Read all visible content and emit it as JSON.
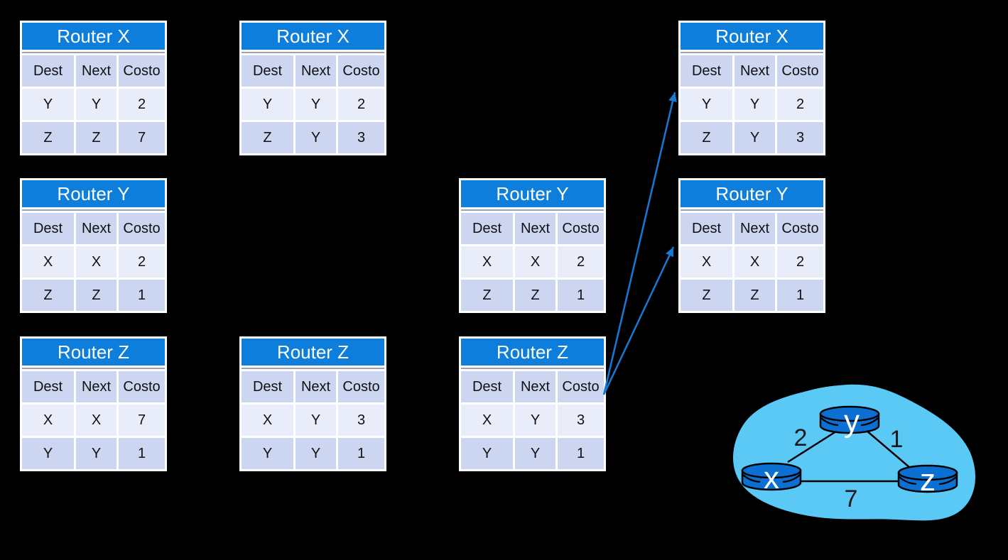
{
  "colors": {
    "background": "#000000",
    "table_border": "#ffffff",
    "table_title_bg": "#0d7edc",
    "table_title_text": "#ffffff",
    "header_cell_bg": "#ccd6f0",
    "row_odd_bg": "#e9edf9",
    "row_even_bg": "#ccd6f0",
    "cell_text": "#111111",
    "arrow": "#1779d4",
    "network_blob": "#5bc9f6",
    "router_fill": "#0b70d2",
    "router_outline": "#000000",
    "router_label_text": "#ffffff",
    "edge_line": "#000000",
    "edge_label_text": "#1a1a1a"
  },
  "tables": [
    {
      "title": "Router X",
      "headers": [
        "Dest",
        "Next",
        "Costo"
      ],
      "rows": [
        [
          "Y",
          "Y",
          "2"
        ],
        [
          "Z",
          "Z",
          "7"
        ]
      ]
    },
    {
      "title": "Router Y",
      "headers": [
        "Dest",
        "Next",
        "Costo"
      ],
      "rows": [
        [
          "X",
          "X",
          "2"
        ],
        [
          "Z",
          "Z",
          "1"
        ]
      ]
    },
    {
      "title": "Router Z",
      "headers": [
        "Dest",
        "Next",
        "Costo"
      ],
      "rows": [
        [
          "X",
          "X",
          "7"
        ],
        [
          "Y",
          "Y",
          "1"
        ]
      ]
    },
    {
      "title": "Router X",
      "headers": [
        "Dest",
        "Next",
        "Costo"
      ],
      "rows": [
        [
          "Y",
          "Y",
          "2"
        ],
        [
          "Z",
          "Y",
          "3"
        ]
      ]
    },
    {
      "title": "Router Z",
      "headers": [
        "Dest",
        "Next",
        "Costo"
      ],
      "rows": [
        [
          "X",
          "Y",
          "3"
        ],
        [
          "Y",
          "Y",
          "1"
        ]
      ]
    },
    {
      "title": "Router Y",
      "headers": [
        "Dest",
        "Next",
        "Costo"
      ],
      "rows": [
        [
          "X",
          "X",
          "2"
        ],
        [
          "Z",
          "Z",
          "1"
        ]
      ]
    },
    {
      "title": "Router Z",
      "headers": [
        "Dest",
        "Next",
        "Costo"
      ],
      "rows": [
        [
          "X",
          "Y",
          "3"
        ],
        [
          "Y",
          "Y",
          "1"
        ]
      ]
    },
    {
      "title": "Router X",
      "headers": [
        "Dest",
        "Next",
        "Costo"
      ],
      "rows": [
        [
          "Y",
          "Y",
          "2"
        ],
        [
          "Z",
          "Y",
          "3"
        ]
      ]
    },
    {
      "title": "Router Y",
      "headers": [
        "Dest",
        "Next",
        "Costo"
      ],
      "rows": [
        [
          "X",
          "X",
          "2"
        ],
        [
          "Z",
          "Z",
          "1"
        ]
      ]
    }
  ],
  "network_diagram": {
    "nodes": [
      {
        "id": "x",
        "label": "x"
      },
      {
        "id": "y",
        "label": "y"
      },
      {
        "id": "z",
        "label": "z"
      }
    ],
    "links": [
      {
        "from": "x",
        "to": "y",
        "cost": "2"
      },
      {
        "from": "y",
        "to": "z",
        "cost": "1"
      },
      {
        "from": "x",
        "to": "z",
        "cost": "7"
      }
    ]
  }
}
